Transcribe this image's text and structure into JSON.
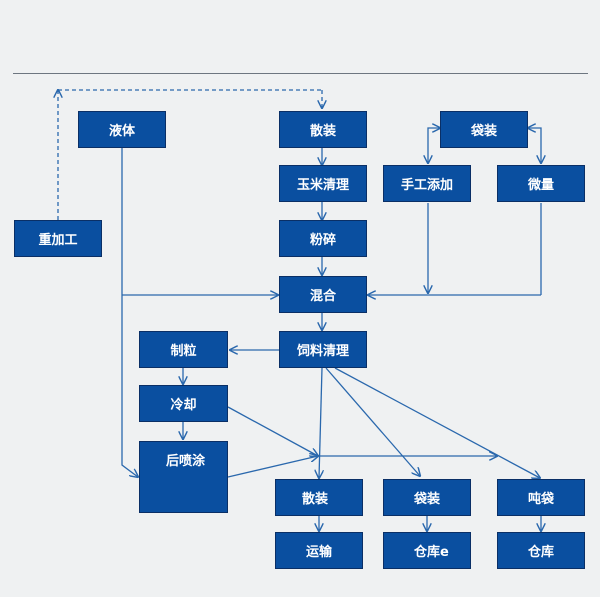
{
  "nodes": {
    "liquid": "液体",
    "heavy": "重加工",
    "bulk_in": "散装",
    "corn_clean": "玉米清理",
    "grind": "粉碎",
    "bag_in": "袋装",
    "manual_add": "手工添加",
    "micro": "微量",
    "mix": "混合",
    "feed_clean": "饲料清理",
    "pellet": "制粒",
    "cool": "冷却",
    "coat": "后喷涂",
    "bulk_out": "散装",
    "bag_out": "袋装",
    "ton_bag": "吨袋",
    "transport": "运输",
    "storage_e": "仓库e",
    "storage": "仓库"
  },
  "colors": {
    "node_fill": "#0a4fa0",
    "node_border": "#0a2f66",
    "connector": "#2a68ad",
    "background": "#eff1f2"
  }
}
